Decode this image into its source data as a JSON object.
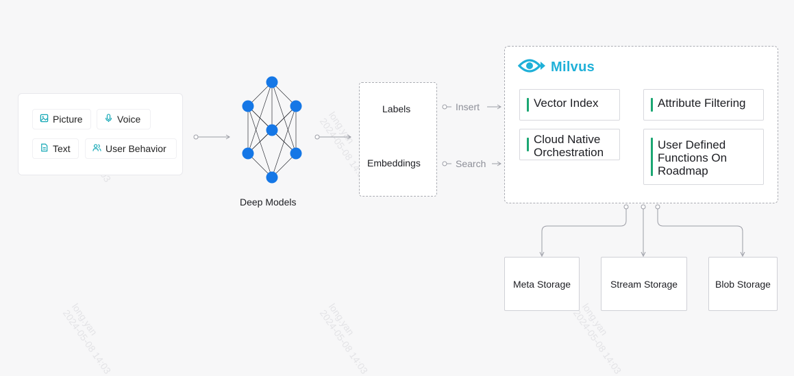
{
  "inputs": {
    "items": [
      {
        "label": "Picture",
        "icon": "image-icon"
      },
      {
        "label": "Voice",
        "icon": "microphone-icon"
      },
      {
        "label": "Text",
        "icon": "document-icon"
      },
      {
        "label": "User Behavior",
        "icon": "users-icon"
      }
    ]
  },
  "deep_models": {
    "label": "Deep Models"
  },
  "outputs": {
    "labels": "Labels",
    "embeddings": "Embeddings"
  },
  "arrows": {
    "insert": "Insert",
    "search": "Search"
  },
  "milvus": {
    "brand": "Milvus",
    "features": {
      "vector_index": "Vector Index",
      "attribute_filtering": "Attribute Filtering",
      "cloud_native_line1": "Cloud Native",
      "cloud_native_line2": "Orchestration",
      "udf_line1": "User Defined",
      "udf_line2": "Functions On",
      "udf_line3": "Roadmap"
    }
  },
  "storage": {
    "meta": "Meta Storage",
    "stream": "Stream Storage",
    "blob": "Blob Storage"
  },
  "watermark": {
    "line1": "long.yan",
    "line2": "2024-05-08 14:03"
  },
  "colors": {
    "accent": "#1a73e8",
    "node": "#1577e6",
    "brand": "#1fb0d8",
    "feature_bar": "#1ba672",
    "chip_icon": "#12a7b5"
  }
}
